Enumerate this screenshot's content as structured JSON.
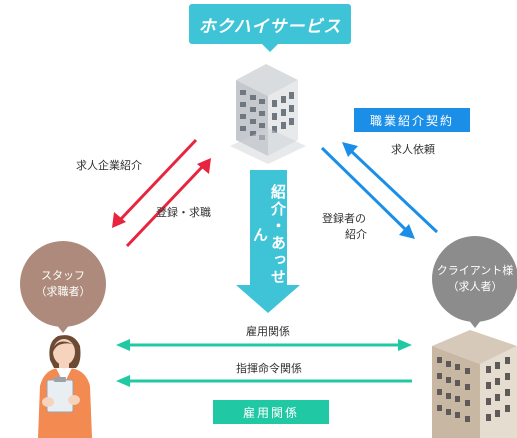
{
  "brand": {
    "name": "ホクハイサービス",
    "color": "#3ec4d6"
  },
  "center_arrow": {
    "label": "紹介・あっせん",
    "color": "#3ec4d6"
  },
  "bubbles": {
    "staff": {
      "line1": "スタッフ",
      "line2": "（求職者）",
      "color": "#ad8a7b"
    },
    "client": {
      "line1": "クライアント様",
      "line2": "（求人者）",
      "color": "#8c8c8c"
    }
  },
  "left_arrows": {
    "job_intro": "求人企業紹介",
    "register": "登録・求職",
    "color": "#e8253f"
  },
  "right_arrows": {
    "contract_tag": "職業紹介契約",
    "job_request": "求人依頼",
    "registrant_line1": "登録者の",
    "registrant_line2": "紹介",
    "color": "#1b8fe8"
  },
  "bottom_arrows": {
    "employment": "雇用関係",
    "command": "指揮命令関係",
    "employment_tag": "雇用関係",
    "color": "#20c9a4"
  },
  "icons": [
    "office-building-icon",
    "company-building-icon",
    "staff-woman-icon"
  ]
}
